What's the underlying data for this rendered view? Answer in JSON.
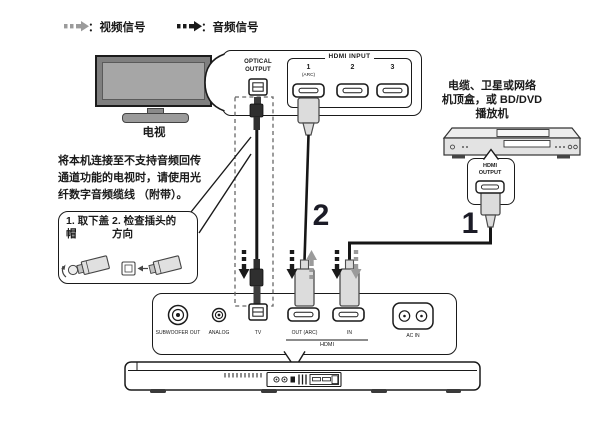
{
  "legend": {
    "video": "：视频信号",
    "audio": "：音频信号"
  },
  "tv": {
    "label": "电视"
  },
  "tv_panel": {
    "optical": "OPTICAL\nOUTPUT",
    "hdmi_title": "HDMI INPUT",
    "port1": "1",
    "port1_arc": "(ARC)",
    "port2": "2",
    "port3": "3"
  },
  "note": "将本机连接至不支持音频回传\n通道功能的电视时，请使用光\n纤数字音频缆线 （附带）。",
  "steps": {
    "step1": "1. 取下盖\n    帽",
    "step2": "2. 检查插头的\n    方向"
  },
  "source": {
    "label": "电缆、卫星或网络\n机顶盒，或 BD/DVD\n播放机",
    "hdmi_output": "HDMI\nOUTPUT",
    "number": "1"
  },
  "tv_connection_number": "2",
  "soundbar": {
    "subwoofer_out": "SUBWOOFER OUT",
    "analog": "ANALOG",
    "tv": "TV",
    "hdmi_out": "OUT (ARC)",
    "hdmi_in": "IN",
    "hdmi": "HDMI",
    "ac_in": "AC IN"
  },
  "colors": {
    "audio_arrow": "#1a1a1a",
    "video_arrow": "#9b9b9b"
  }
}
